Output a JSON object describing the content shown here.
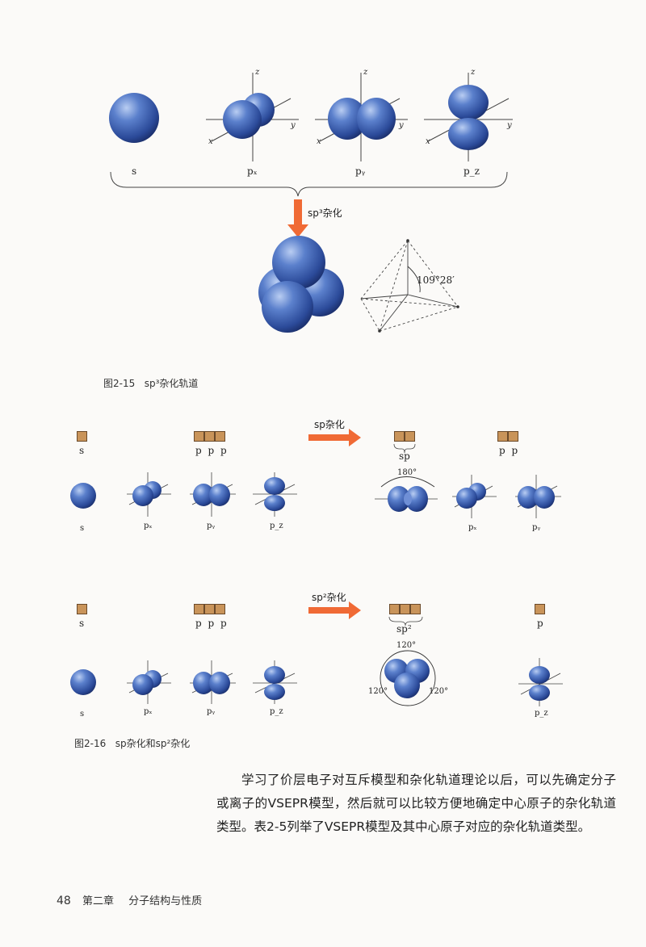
{
  "fig15": {
    "orbitals": [
      "s",
      "pₓ",
      "pᵧ",
      "p_z"
    ],
    "axis": {
      "x": "x",
      "y": "y",
      "z": "z"
    },
    "arrow_label": "sp³杂化",
    "angle": "109°28′",
    "caption_num": "图2-15",
    "caption_text": "sp³杂化轨道"
  },
  "fig16": {
    "sp": {
      "s_box": "s",
      "p_box": "p p p",
      "arrow_label": "sp杂化",
      "hybrid_box": "sp",
      "remaining_box": "p p",
      "angle": "180°",
      "orbitals_left": [
        "s",
        "pₓ",
        "pᵧ",
        "p_z"
      ],
      "orbitals_right": [
        "pₓ",
        "pᵧ"
      ]
    },
    "sp2": {
      "s_box": "s",
      "p_box": "p p p",
      "arrow_label": "sp²杂化",
      "hybrid_box": "sp²",
      "remaining_box": "p",
      "angles": [
        "120°",
        "120°",
        "120°"
      ],
      "orbitals_left": [
        "s",
        "pₓ",
        "pᵧ",
        "p_z"
      ],
      "orbitals_right": [
        "p_z"
      ]
    },
    "caption_num": "图2-16",
    "caption_text": "sp杂化和sp²杂化"
  },
  "paragraph": "学习了价层电子对互斥模型和杂化轨道理论以后，可以先确定分子或离子的VSEPR模型，然后就可以比较方便地确定中心原子的杂化轨道类型。表2-5列举了VSEPR模型及其中心原子对应的杂化轨道类型。",
  "footer": {
    "page_number": "48",
    "chapter": "第二章",
    "title": "分子结构与性质"
  },
  "colors": {
    "orbital": "#3c5fb0",
    "arrow": "#f06a35",
    "box": "#c9945a"
  }
}
